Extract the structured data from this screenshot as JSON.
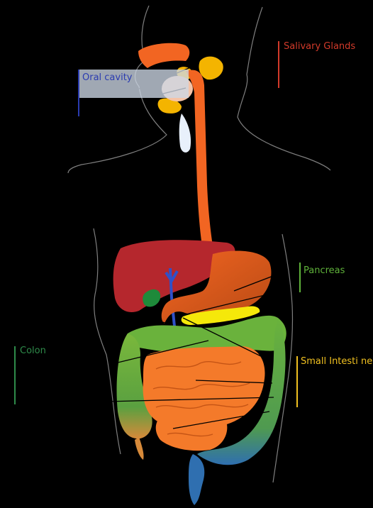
{
  "labels": {
    "salivary": {
      "text": "Salivary Glands",
      "color": "#d23a2a"
    },
    "oral": {
      "text": "Oral cavity",
      "color": "#2a3bb0"
    },
    "pancreas": {
      "text": "Pancreas",
      "color": "#5fb23a"
    },
    "colon": {
      "text": "Colon",
      "color": "#2e8b4a"
    },
    "small_intestine": {
      "text": "Small Intesti ne",
      "color": "#f0c020"
    }
  },
  "colors": {
    "outline": "#8a8a8a",
    "esophagus": "#f26522",
    "stomach": "#e8651e",
    "liver": "#b5272d",
    "gallbladder": "#1e8a3a",
    "bile_duct": "#3050c8",
    "pancreas": "#f5e80a",
    "large_intestine": "#6ab23c",
    "small_intestine": "#f47a2a",
    "rectum": "#2f6fb0",
    "salivary_gland": "#f4b400",
    "leader": "#000000"
  }
}
